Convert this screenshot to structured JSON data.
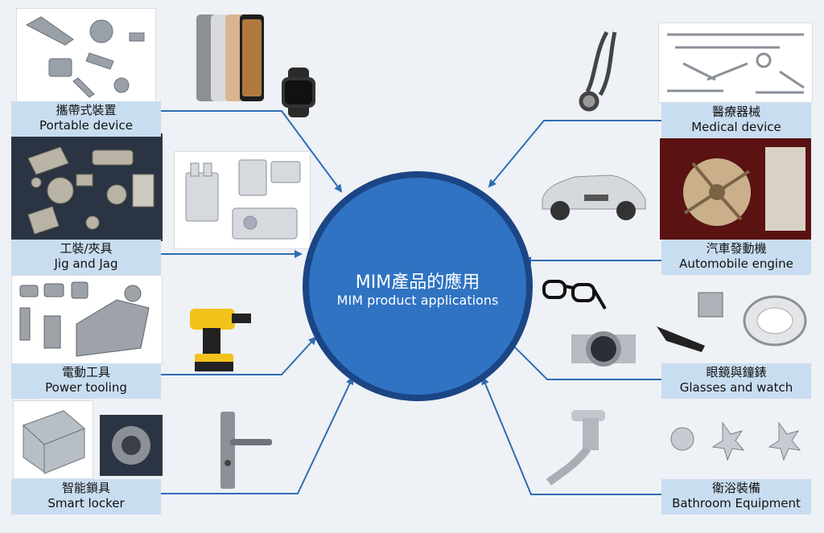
{
  "center": {
    "title_zh": "MIM產品的應用",
    "title_en": "MIM product applications"
  },
  "applications": [
    {
      "zh": "攜帶式裝置",
      "en": "Portable device"
    },
    {
      "zh": "工裝/夾具",
      "en": "Jig and Jag"
    },
    {
      "zh": "電動工具",
      "en": "Power tooling"
    },
    {
      "zh": "智能鎖具",
      "en": "Smart locker"
    },
    {
      "zh": "醫療器械",
      "en": "Medical device"
    },
    {
      "zh": "汽車發動機",
      "en": "Automobile engine"
    },
    {
      "zh": "眼鏡與鐘錶",
      "en": "Glasses and watch"
    },
    {
      "zh": "衛浴裝備",
      "en": "Bathroom Equipment"
    }
  ],
  "colors": {
    "hub_fill": "#2f73c2",
    "hub_border": "#1b4585",
    "label_bg": "#c9ddf0",
    "connector": "#2e6db4"
  }
}
